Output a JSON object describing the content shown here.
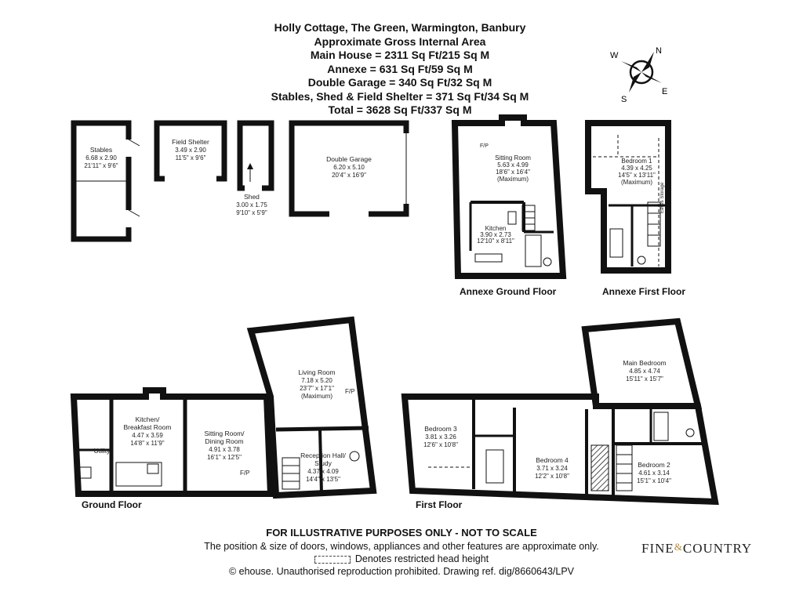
{
  "header": {
    "lines": [
      "Holly Cottage, The Green, Warmington, Banbury",
      "Approximate Gross Internal Area",
      "Main House = 2311 Sq Ft/215 Sq M",
      "Annexe = 631 Sq Ft/59 Sq M",
      "Double Garage = 340 Sq Ft/32 Sq M",
      "Stables, Shed & Field Shelter = 371 Sq Ft/34 Sq M",
      "Total = 3628 Sq Ft/337 Sq M"
    ]
  },
  "compass": {
    "n": "N",
    "e": "E",
    "s": "S",
    "w": "W"
  },
  "outbuildings": {
    "stables": {
      "name": "Stables",
      "metric": "6.68 x 2.90",
      "imperial": "21'11\" x 9'6\""
    },
    "field_shelter": {
      "name": "Field Shelter",
      "metric": "3.49 x 2.90",
      "imperial": "11'5\" x 9'6\""
    },
    "shed": {
      "name": "Shed",
      "metric": "3.00 x 1.75",
      "imperial": "9'10\" x 5'9\""
    },
    "garage": {
      "name": "Double Garage",
      "metric": "6.20 x 5.10",
      "imperial": "20'4\" x 16'9\""
    }
  },
  "annexe_ground": {
    "label": "Annexe Ground Floor",
    "sitting": {
      "name": "Sitting Room",
      "metric": "5.63 x 4.99",
      "imperial": "18'6\" x 16'4\"",
      "note": "(Maximum)"
    },
    "kitchen": {
      "name": "Kitchen",
      "metric": "3.90 x 2.73",
      "imperial": "12'10\" x 8'11\""
    },
    "fp": "F/P"
  },
  "annexe_first": {
    "label": "Annexe First Floor",
    "bedroom1": {
      "name": "Bedroom 1",
      "metric": "4.39 x 4.25",
      "imperial": "14'5\" x 13'11\"",
      "note": "(Maximum)"
    },
    "eaves": "Eaves Storage"
  },
  "ground_floor": {
    "label": "Ground Floor",
    "kitchen_l1": "Kitchen/",
    "kitchen_l2": "Breakfast Room",
    "kitchen_metric": "4.47 x 3.59",
    "kitchen_imperial": "14'8\" x 11'9\"",
    "utility": "Utility",
    "sitting_l1": "Sitting Room/",
    "sitting_l2": "Dining Room",
    "sitting_metric": "4.91 x 3.78",
    "sitting_imperial": "16'1\" x 12'5\"",
    "fp1": "F/P",
    "living": {
      "name": "Living Room",
      "metric": "7.18 x 5.20",
      "imperial": "23'7\" x 17'1\"",
      "note": "(Maximum)"
    },
    "fp2": "F/P",
    "reception_l1": "Reception Hall/",
    "reception_l2": "Study",
    "reception_metric": "4.37 x 4.09",
    "reception_imperial": "14'4\" x 13'5\""
  },
  "first_floor": {
    "label": "First Floor",
    "bedroom3": {
      "name": "Bedroom 3",
      "metric": "3.81 x 3.26",
      "imperial": "12'6\" x 10'8\""
    },
    "bedroom4": {
      "name": "Bedroom 4",
      "metric": "3.71 x 3.24",
      "imperial": "12'2\" x 10'8\""
    },
    "main": {
      "name": "Main Bedroom",
      "metric": "4.85 x 4.74",
      "imperial": "15'11\" x 15'7\""
    },
    "bedroom2": {
      "name": "Bedroom 2",
      "metric": "4.61 x 3.14",
      "imperial": "15'1\" x 10'4\""
    }
  },
  "footer": {
    "disclaimer": "FOR ILLUSTRATIVE PURPOSES ONLY - NOT TO SCALE",
    "position_note": "The position & size of doors, windows, appliances and other features are approximate only.",
    "restricted": "Denotes restricted head height",
    "copyright": "© ehouse. Unauthorised reproduction prohibited. Drawing ref. dig/8660643/LPV"
  },
  "brand": {
    "left": "FINE",
    "amp": "&",
    "right": "COUNTRY"
  }
}
